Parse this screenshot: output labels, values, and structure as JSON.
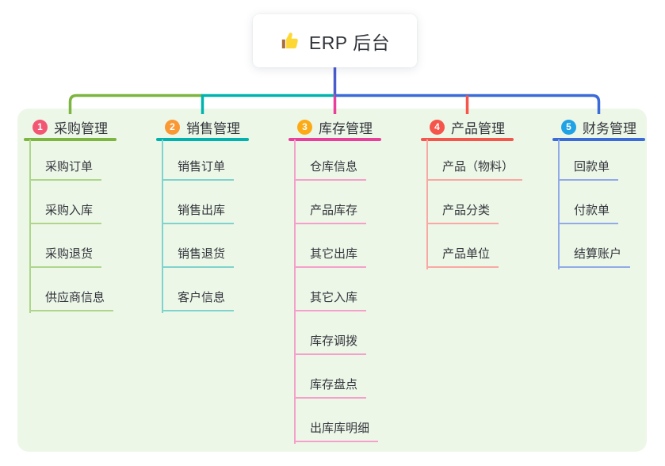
{
  "root": {
    "title": "ERP 后台",
    "icon": "thumbs-up-icon"
  },
  "colors": {
    "rail": "#4a5ccd",
    "container_bg": "#edf7e8",
    "card_bg": "#ffffff",
    "text": "#33363c",
    "thumb_main": "#fdd835",
    "thumb_cuff": "#a9713a"
  },
  "branches": [
    {
      "num": "1",
      "title": "采购管理",
      "badge_color": "#f25673",
      "main_color": "#7cb53f",
      "light_color": "#aed68a",
      "children": [
        "采购订单",
        "采购入库",
        "采购退货",
        "供应商信息"
      ]
    },
    {
      "num": "2",
      "title": "销售管理",
      "badge_color": "#fa9833",
      "main_color": "#00b3ae",
      "light_color": "#7fd3cd",
      "children": [
        "销售订单",
        "销售出库",
        "销售退货",
        "客户信息"
      ]
    },
    {
      "num": "3",
      "title": "库存管理",
      "badge_color": "#fcab17",
      "main_color": "#e93e9b",
      "light_color": "#f5a0cb",
      "children": [
        "仓库信息",
        "产品库存",
        "其它出库",
        "其它入库",
        "库存调拨",
        "库存盘点",
        "出库库明细"
      ]
    },
    {
      "num": "4",
      "title": "产品管理",
      "badge_color": "#f5554a",
      "main_color": "#f5554a",
      "light_color": "#f9a8a2",
      "children": [
        "产品（物料）",
        "产品分类",
        "产品单位"
      ]
    },
    {
      "num": "5",
      "title": "财务管理",
      "badge_color": "#21a2e4",
      "main_color": "#3a6bd8",
      "light_color": "#90abe8",
      "children": [
        "回款单",
        "付款单",
        "结算账户"
      ]
    }
  ]
}
